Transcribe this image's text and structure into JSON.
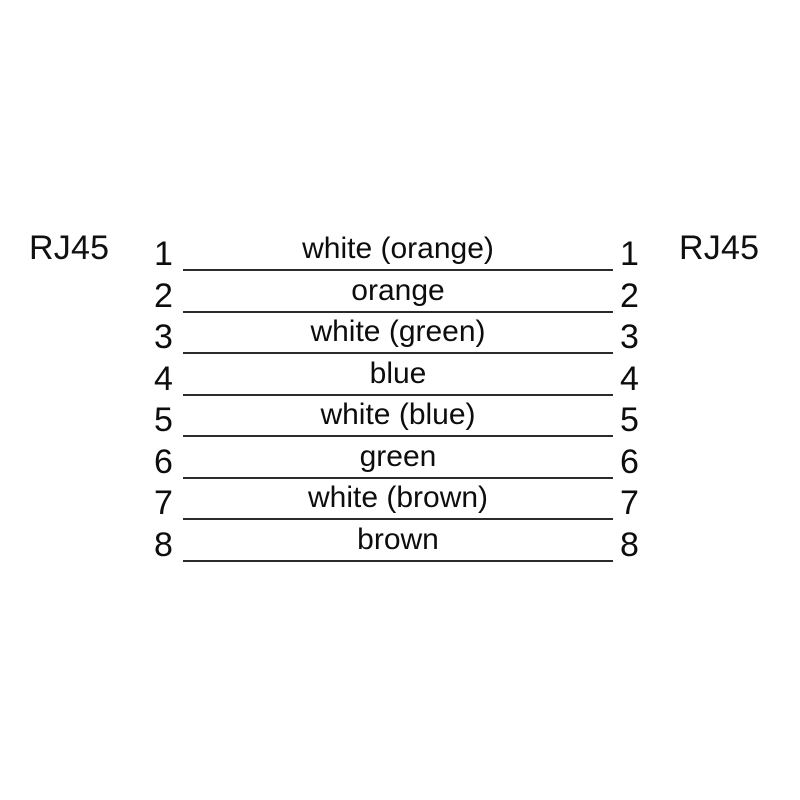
{
  "diagram": {
    "background_color": "#ffffff",
    "line_color": "#2b2b2b",
    "text_color": "#0d0d0d",
    "left_connector": {
      "label": "RJ45"
    },
    "right_connector": {
      "label": "RJ45"
    },
    "pins": [
      {
        "left_number": "1",
        "right_number": "1",
        "wire_label": "white (orange)"
      },
      {
        "left_number": "2",
        "right_number": "2",
        "wire_label": "orange"
      },
      {
        "left_number": "3",
        "right_number": "3",
        "wire_label": "white (green)"
      },
      {
        "left_number": "4",
        "right_number": "4",
        "wire_label": "blue"
      },
      {
        "left_number": "5",
        "right_number": "5",
        "wire_label": "white (blue)"
      },
      {
        "left_number": "6",
        "right_number": "6",
        "wire_label": "green"
      },
      {
        "left_number": "7",
        "right_number": "7",
        "wire_label": "white (brown)"
      },
      {
        "left_number": "8",
        "right_number": "8",
        "wire_label": "brown"
      }
    ]
  }
}
